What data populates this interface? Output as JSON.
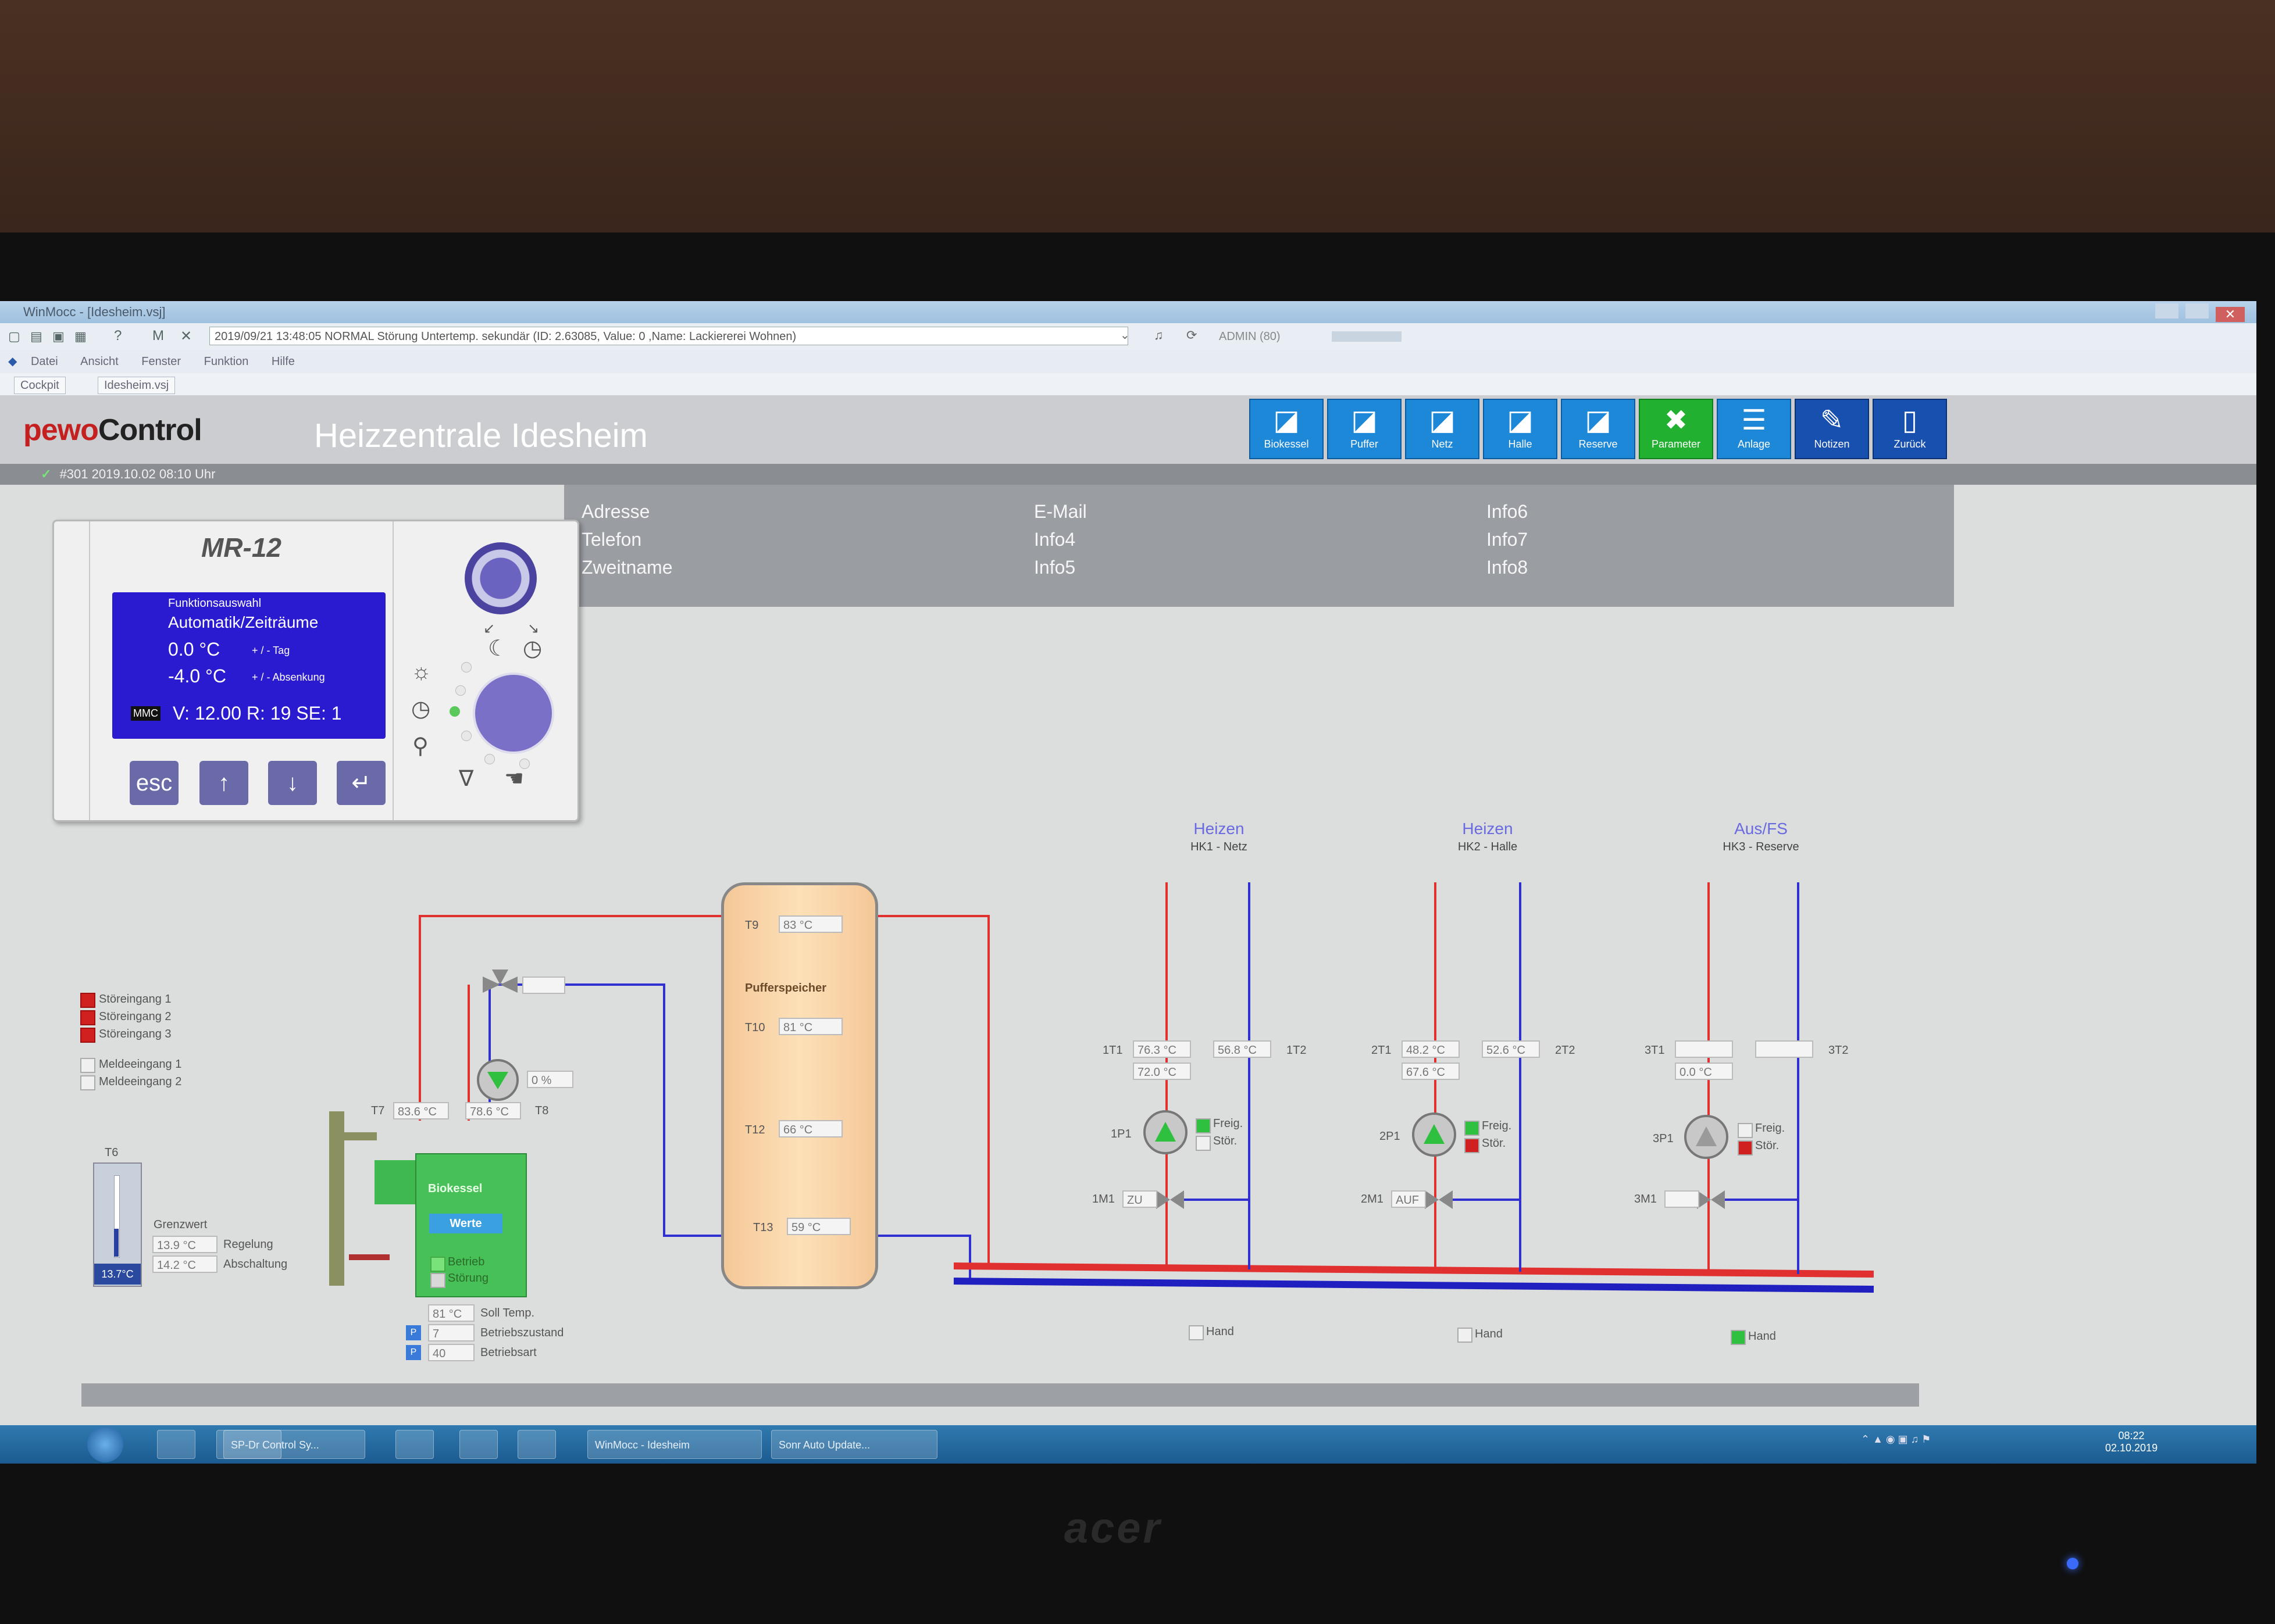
{
  "window": {
    "title": "WinMocc - [Idesheim.vsj]",
    "message": "2019/09/21 13:48:05 NORMAL Störung Untertemp. sekundär (ID: 2.63085, Value: 0 ,Name: Lackiererei Wohnen)",
    "counter": "ADMIN (80)"
  },
  "menu": [
    "Datei",
    "Ansicht",
    "Fenster",
    "Funktion",
    "Hilfe"
  ],
  "tabs": [
    "Cockpit",
    "Idesheim.vsj"
  ],
  "app": {
    "brand_a": "pewo",
    "brand_b": "Control",
    "title": "Heizzentrale Idesheim",
    "status": "#301   2019.10.02  08:10 Uhr"
  },
  "nav": [
    {
      "label": "Biokessel",
      "icon": "chart-icon",
      "style": "blue"
    },
    {
      "label": "Puffer",
      "icon": "chart-icon",
      "style": "blue"
    },
    {
      "label": "Netz",
      "icon": "chart-icon",
      "style": "blue"
    },
    {
      "label": "Halle",
      "icon": "chart-icon",
      "style": "blue"
    },
    {
      "label": "Reserve",
      "icon": "chart-icon",
      "style": "blue"
    },
    {
      "label": "Parameter",
      "icon": "tools-icon",
      "style": "active"
    },
    {
      "label": "Anlage",
      "icon": "stack-icon",
      "style": "blue"
    },
    {
      "label": "Notizen",
      "icon": "notes-icon",
      "style": "dark"
    },
    {
      "label": "Zurück",
      "icon": "exit-icon",
      "style": "dark"
    }
  ],
  "info": {
    "col1": [
      "Adresse",
      "Telefon",
      "Zweitname"
    ],
    "col2": [
      "E-Mail",
      "Info4",
      "Info5"
    ],
    "col3": [
      "Info6",
      "Info7",
      "Info8"
    ]
  },
  "controller": {
    "model": "MR-12",
    "lcd": {
      "header": "Funktionsauswahl",
      "mode": "Automatik/Zeiträume",
      "line1_val": "0.0 °C",
      "line1_note": "+ / - Tag",
      "line2_val": "-4.0 °C",
      "line2_note": "+ / - Absenkung",
      "badge": "MMC",
      "footer": "V: 12.00  R: 19  SE: 1"
    },
    "keys": [
      "esc",
      "↑",
      "↓",
      "↵"
    ]
  },
  "legend": {
    "faults": [
      "Störeingang 1",
      "Störeingang 2",
      "Störeingang 3"
    ],
    "signals": [
      "Meldeeingang 1",
      "Meldeeingang 2"
    ]
  },
  "outdoor": {
    "sensor": "T6",
    "value": "13.7°C",
    "group_label": "Grenzwert",
    "rows": [
      {
        "value": "13.9 °C",
        "label": "Regelung"
      },
      {
        "value": "14.2 °C",
        "label": "Abschaltung"
      }
    ]
  },
  "boiler": {
    "title": "Biokessel",
    "button": "Werte",
    "statuses": [
      "Betrieb",
      "Störung"
    ],
    "t7_label": "T7",
    "t7": "83.6 °C",
    "t8_label": "T8",
    "t8": "78.6 °C",
    "pump_pct": "0 %",
    "setpoint": "81 °C",
    "setpoint_label": "Soll Temp.",
    "state": "7",
    "state_label": "Betriebszustand",
    "mode": "40",
    "mode_label": "Betriebsart",
    "p_icon": "P"
  },
  "buffer": {
    "title": "Pufferspeicher",
    "sensors": [
      {
        "label": "T9",
        "value": "83 °C"
      },
      {
        "label": "T10",
        "value": "81 °C"
      },
      {
        "label": "T12",
        "value": "66 °C"
      },
      {
        "label": "T13",
        "value": "59 °C"
      }
    ]
  },
  "circuits": [
    {
      "title": "Heizen",
      "sub": "HK1 - Netz",
      "t1_label": "1T1",
      "t1": "76.3 °C",
      "t1b": "72.0 °C",
      "t2_label": "1T2",
      "t2": "56.8 °C",
      "pump_label": "1P1",
      "pump_on": true,
      "freig": "Freig.",
      "stoer": "Stör.",
      "mixer_label": "1M1",
      "mixer_val": "ZU",
      "hand": "Hand",
      "hand_on": false
    },
    {
      "title": "Heizen",
      "sub": "HK2 - Halle",
      "t1_label": "2T1",
      "t1": "48.2 °C",
      "t1b": "67.6 °C",
      "t2_label": "2T2",
      "t2": "52.6 °C",
      "pump_label": "2P1",
      "pump_on": true,
      "freig": "Freig.",
      "stoer": "Stör.",
      "mixer_label": "2M1",
      "mixer_val": "AUF",
      "hand": "Hand",
      "hand_on": false
    },
    {
      "title": "Aus/FS",
      "sub": "HK3 - Reserve",
      "t1_label": "3T1",
      "t1": "",
      "t1b": "0.0 °C",
      "t2_label": "3T2",
      "t2": "",
      "pump_label": "3P1",
      "pump_on": false,
      "freig": "Freig.",
      "stoer": "Stör.",
      "mixer_label": "3M1",
      "mixer_val": "",
      "hand": "Hand",
      "hand_on": true
    }
  ],
  "taskbar": {
    "items": [
      "",
      "",
      "SP-Dr Control Sy...",
      "",
      "",
      "",
      "WinMocc - Idesheim",
      "Sonr Auto Update..."
    ],
    "time": "08:22",
    "date": "02.10.2019"
  },
  "monitor": {
    "brand": "acer"
  },
  "colors": {
    "supply": "#e03030",
    "return": "#3030d0",
    "nav_blue": "#1e88d8",
    "nav_active": "#22b030",
    "lcd": "#2a1ad0"
  }
}
